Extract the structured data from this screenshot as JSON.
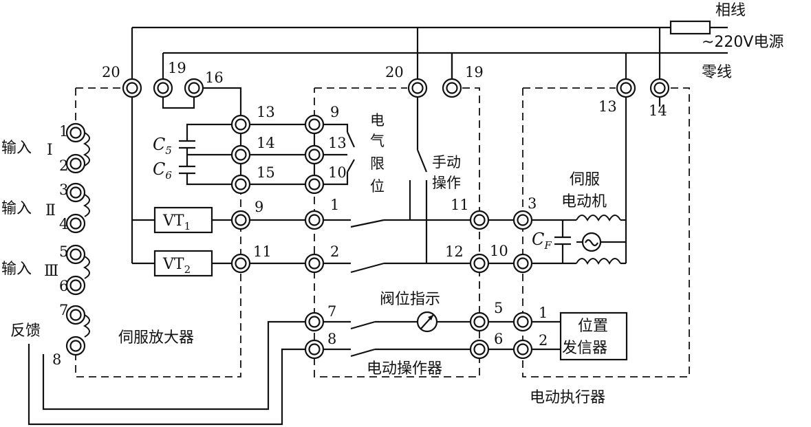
{
  "power": {
    "phase_line": "相线",
    "supply": "~220V电源",
    "neutral_line": "零线"
  },
  "inputs": {
    "input_label": "输入",
    "roman_1": "Ⅰ",
    "roman_2": "Ⅱ",
    "roman_3": "Ⅲ",
    "feedback": "反馈"
  },
  "servo_amplifier": {
    "label": "伺服放大器",
    "vt1_main": "VT",
    "vt1_sub": "1",
    "vt2_main": "VT",
    "vt2_sub": "2",
    "c5_main": "C",
    "c5_sub": "5",
    "c6_main": "C",
    "c6_sub": "6"
  },
  "operator": {
    "label": "电动操作器",
    "limit_1": "电",
    "limit_2": "气",
    "limit_3": "限",
    "limit_4": "位",
    "manual_1": "手动",
    "manual_2": "操作",
    "valve_indicator": "阀位指示"
  },
  "actuator": {
    "label": "电动执行器",
    "motor_1": "伺服",
    "motor_2": "电动机",
    "cf_main": "C",
    "cf_sub": "F",
    "position_1": "位置",
    "position_2": "发信器"
  },
  "terminals": {
    "amp_left": [
      "1",
      "2",
      "3",
      "4",
      "5",
      "6",
      "7",
      "8"
    ],
    "amp_top": [
      "20",
      "19",
      "16"
    ],
    "amp_col": [
      "13",
      "14",
      "15",
      "9",
      "11"
    ],
    "op_col": [
      "9",
      "13",
      "10",
      "1",
      "2",
      "7",
      "8"
    ],
    "op_top": [
      "20",
      "19"
    ],
    "op_right": [
      "11",
      "12",
      "5",
      "6"
    ],
    "act_left": [
      "3",
      "10",
      "1",
      "2"
    ],
    "act_top": [
      "13",
      "14"
    ]
  }
}
